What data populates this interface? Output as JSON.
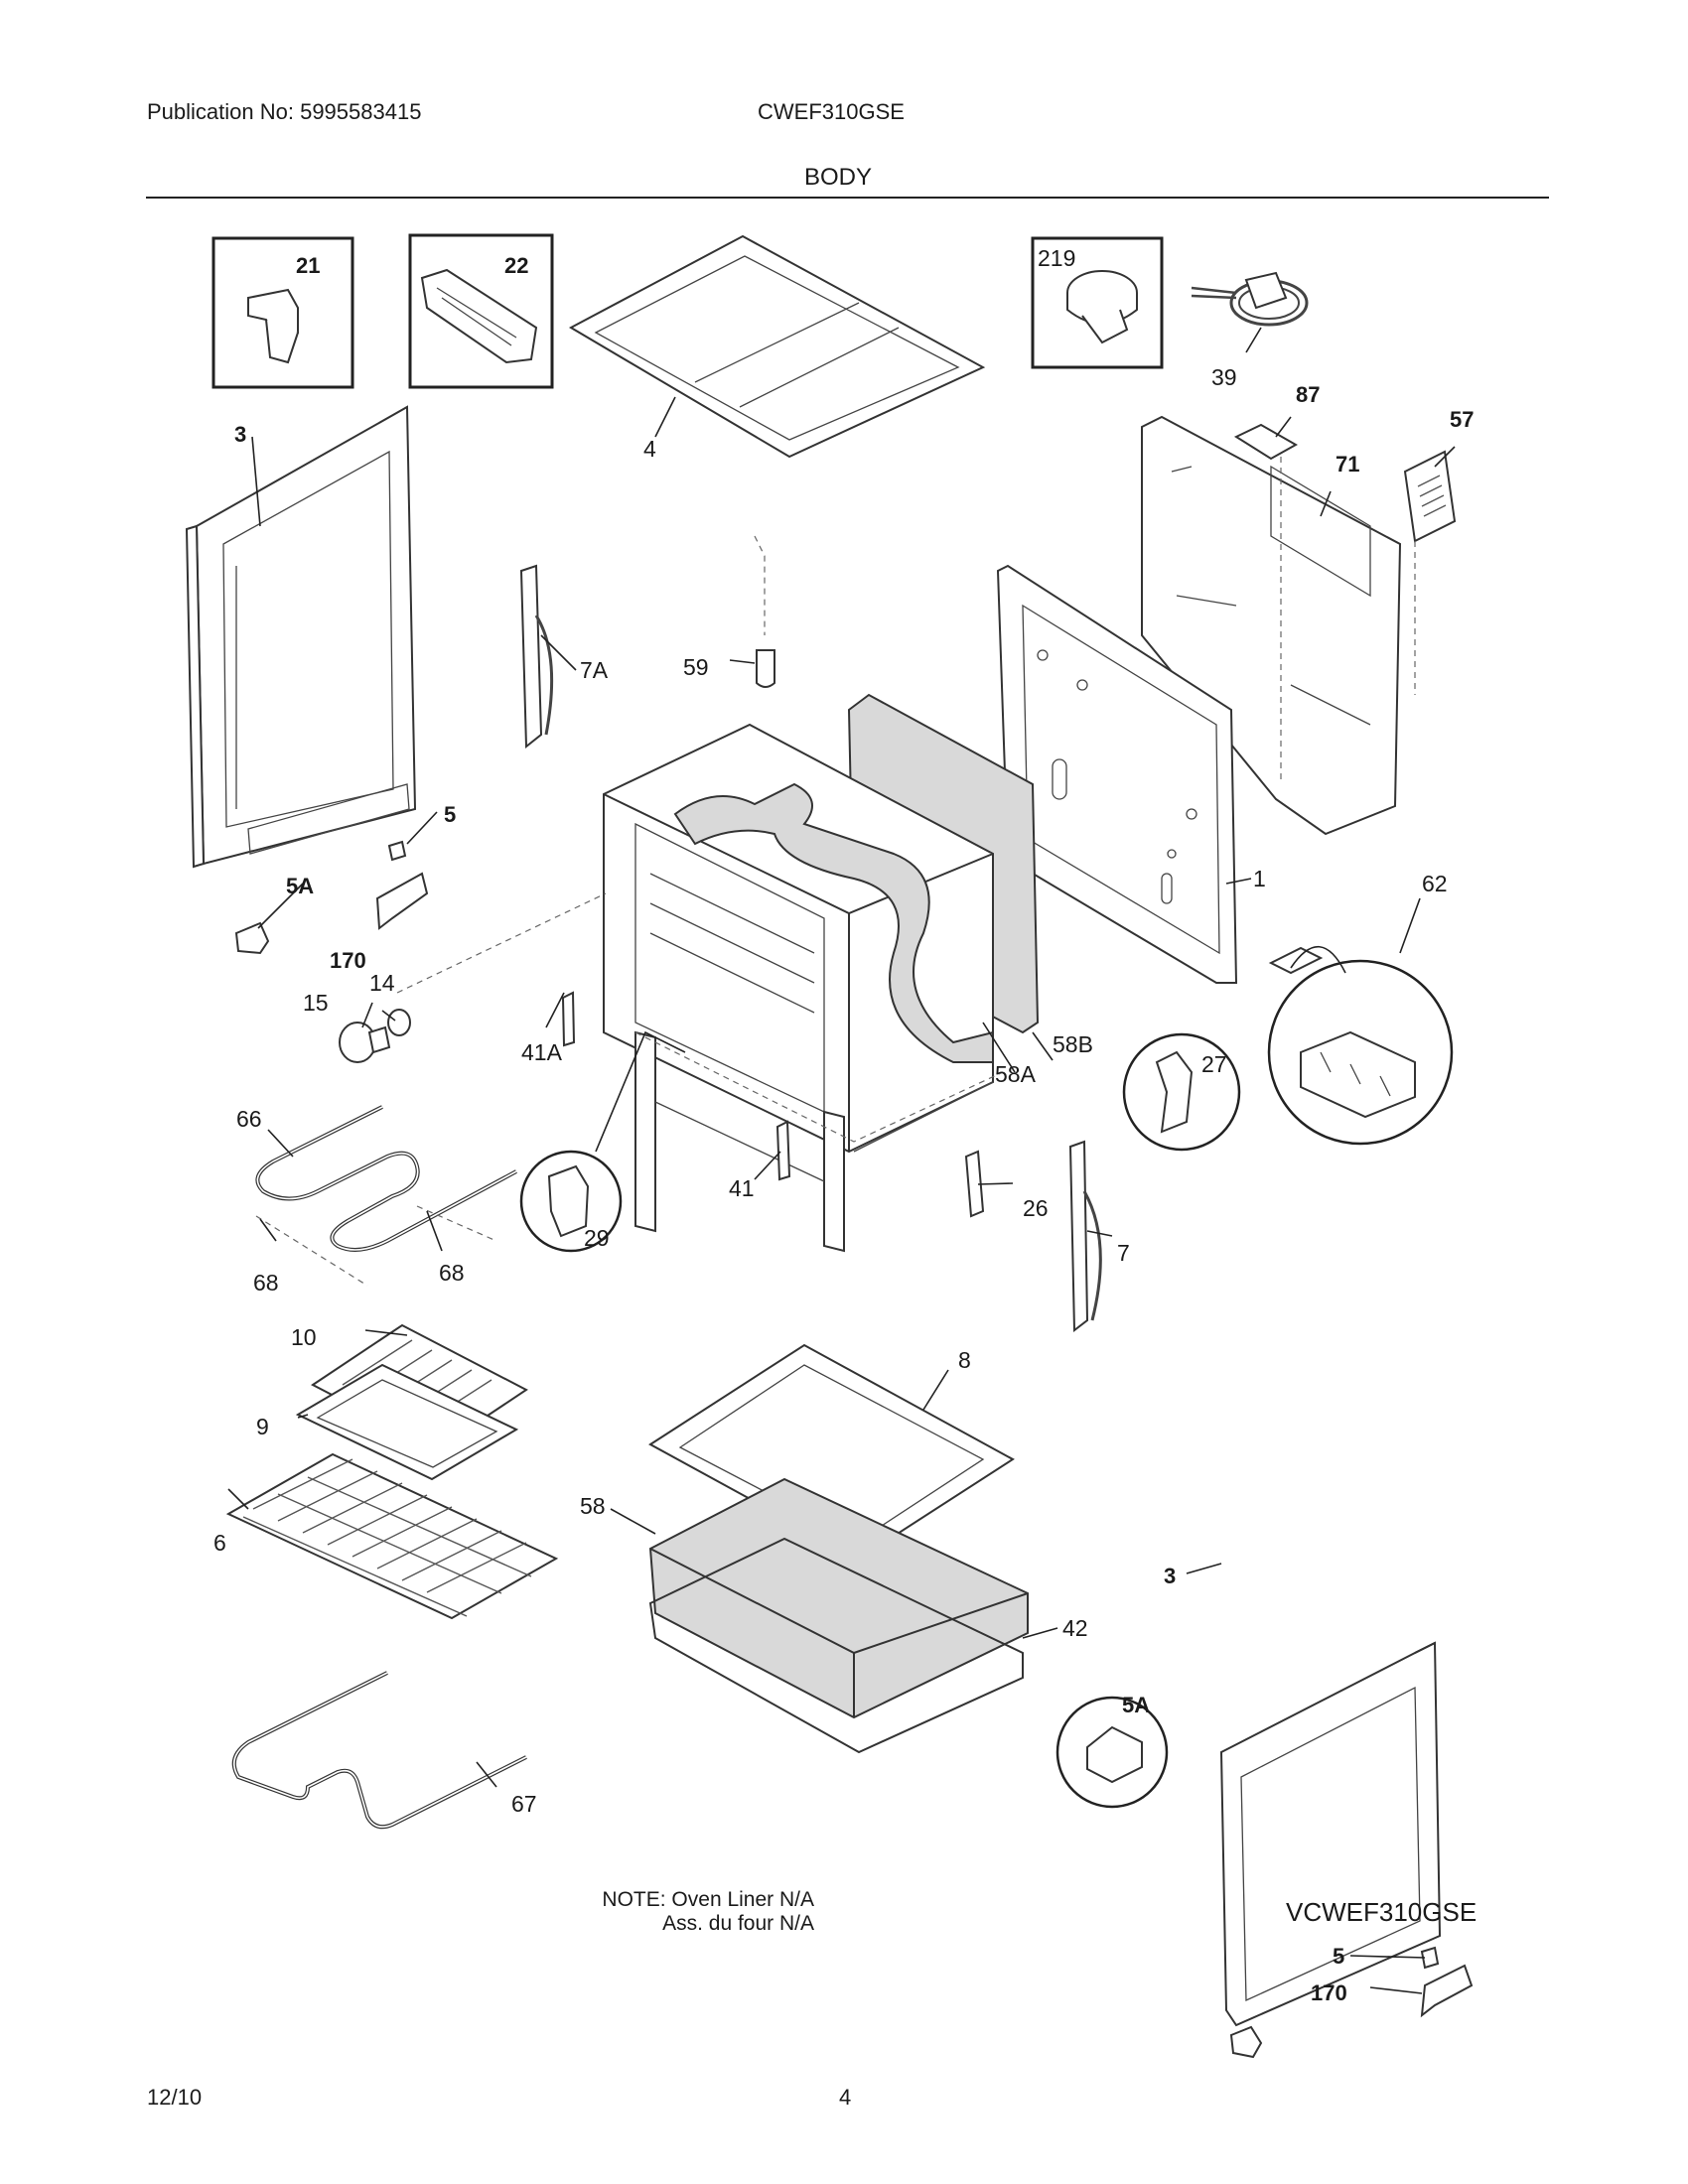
{
  "header": {
    "publication": "Publication No: 5995583415",
    "model": "CWEF310GSE",
    "section": "BODY"
  },
  "diagram": {
    "callouts": [
      "1",
      "3",
      "3",
      "4",
      "5",
      "5",
      "5A",
      "5A",
      "6",
      "7",
      "7A",
      "8",
      "9",
      "10",
      "14",
      "15",
      "21",
      "22",
      "26",
      "27",
      "29",
      "39",
      "41",
      "41A",
      "42",
      "57",
      "58",
      "58A",
      "58B",
      "59",
      "62",
      "66",
      "67",
      "68",
      "68",
      "71",
      "87",
      "170",
      "170",
      "219"
    ]
  },
  "note": {
    "line1": "NOTE: Oven Liner N/A",
    "line2": "Ass. du four N/A"
  },
  "figure_id": "VCWEF310GSE",
  "footer": {
    "date": "12/10",
    "page": "4"
  }
}
